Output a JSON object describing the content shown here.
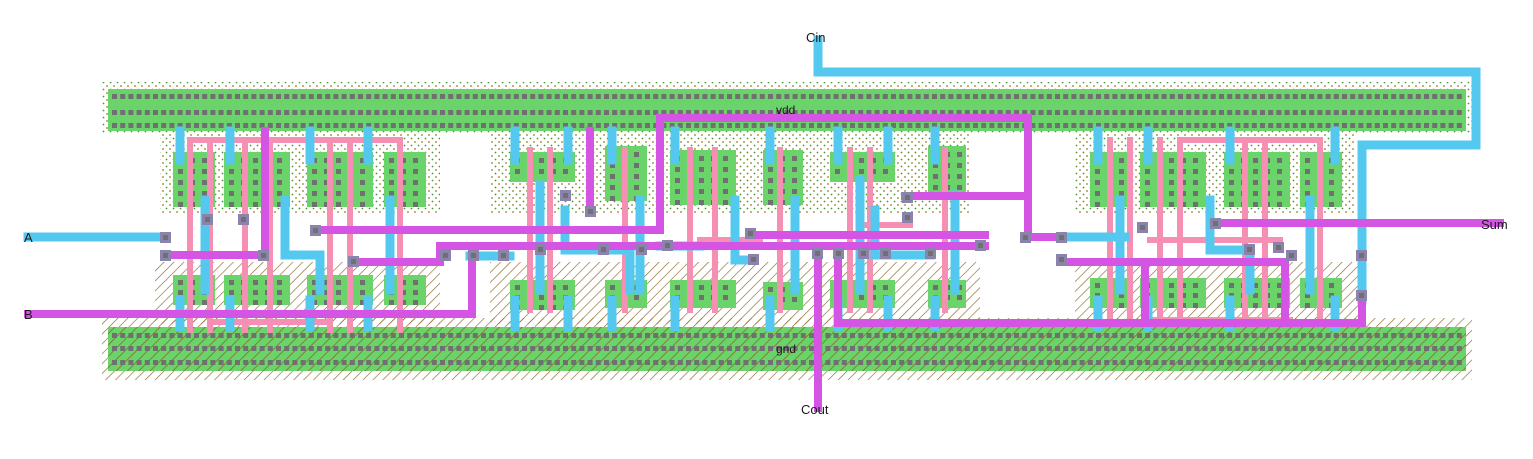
{
  "colors": {
    "metal1": "#55c8f0",
    "metal2": "#d455e4",
    "poly": "#f590b4",
    "diffusion": "#6ad46a",
    "contact": "#707070",
    "via": "#8a84ad",
    "nwell_dots": "#9a7a20",
    "pwell_hatch": "#8a6a2a",
    "rail": "#6ad46a"
  },
  "pins": {
    "a": "A",
    "b": "B",
    "cin": "Cin",
    "cout": "Cout",
    "sum": "Sum"
  },
  "rails": {
    "vdd": "vdd",
    "gnd": "gnd"
  },
  "icons": [
    "nwell-dot-pattern",
    "pwell-hatch-pattern",
    "contact-square",
    "via-square"
  ]
}
